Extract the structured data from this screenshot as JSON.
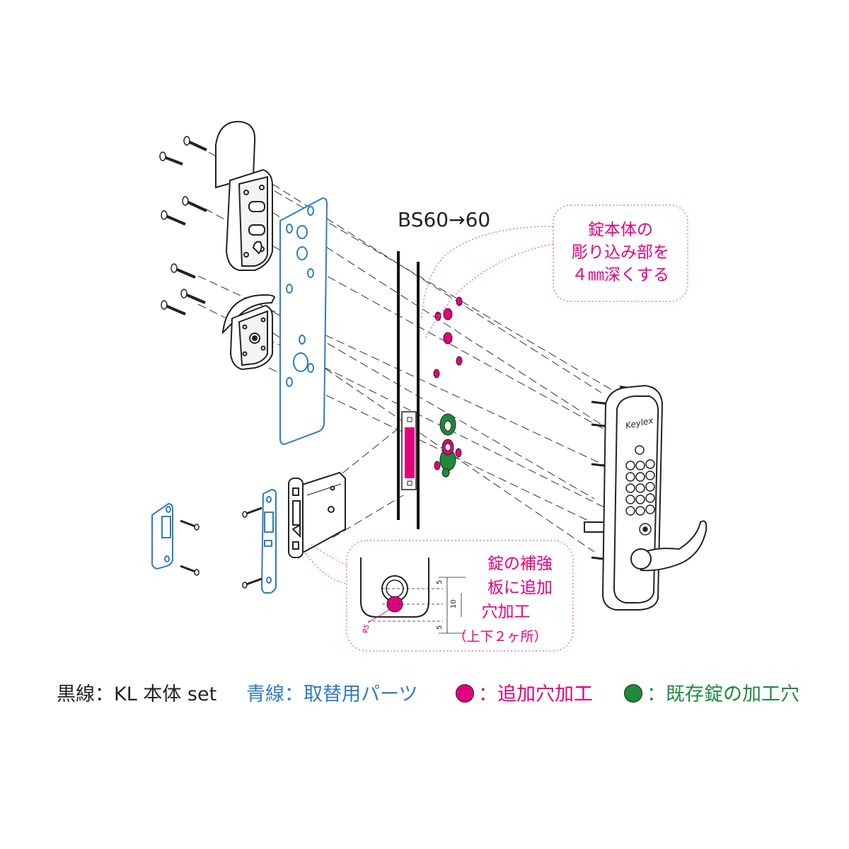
{
  "dimension_label": "BS60→60",
  "callout_top": {
    "lines": [
      "錠本体の",
      "彫り込み部を",
      "４㎜深くする"
    ]
  },
  "callout_bottom": {
    "lines": [
      "錠の補強",
      "板に追加",
      "穴加工",
      "（上下２ヶ所）"
    ]
  },
  "detail": {
    "dim_top": "5",
    "dim_mid": "10",
    "dim_bot": "5",
    "dim_dia": "φ5"
  },
  "brand_mark": "Keylex",
  "legend": {
    "black": "黒線：KL 本体 set",
    "blue": "青線：取替用パーツ",
    "magenta": "：追加穴加工",
    "green": "：既存錠の加工穴"
  },
  "colors": {
    "magenta": "#e3007f",
    "green": "#1e8a3a",
    "blue": "#2f7dc0",
    "black": "#222222",
    "callout_dots": "#e87ab2"
  }
}
